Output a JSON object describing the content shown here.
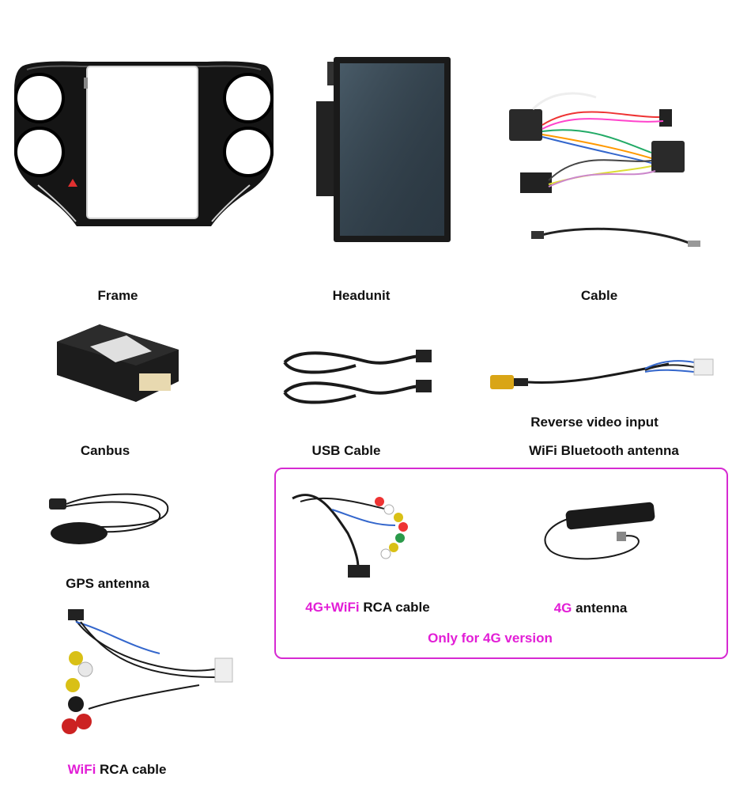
{
  "accent_color": "#e21ed6",
  "items": {
    "frame": {
      "label": "Frame"
    },
    "headunit": {
      "label": "Headunit"
    },
    "cable": {
      "label": "Cable"
    },
    "canbus": {
      "label": "Canbus"
    },
    "usb_cable": {
      "label": "USB Cable"
    },
    "reverse_video": {
      "label": "Reverse video input"
    },
    "wifi_bt_antenna": {
      "label": "WiFi Bluetooth antenna"
    },
    "gps_antenna": {
      "label": "GPS antenna"
    },
    "rca_4g": {
      "label_highlight": "4G+WiFi",
      "label_rest": " RCA cable"
    },
    "antenna_4g": {
      "label_highlight": "4G",
      "label_rest": " antenna"
    },
    "wifi_rca": {
      "label_highlight": "WiFi",
      "label_rest": " RCA cable"
    }
  },
  "box_4g": {
    "note": "Only for 4G version"
  }
}
